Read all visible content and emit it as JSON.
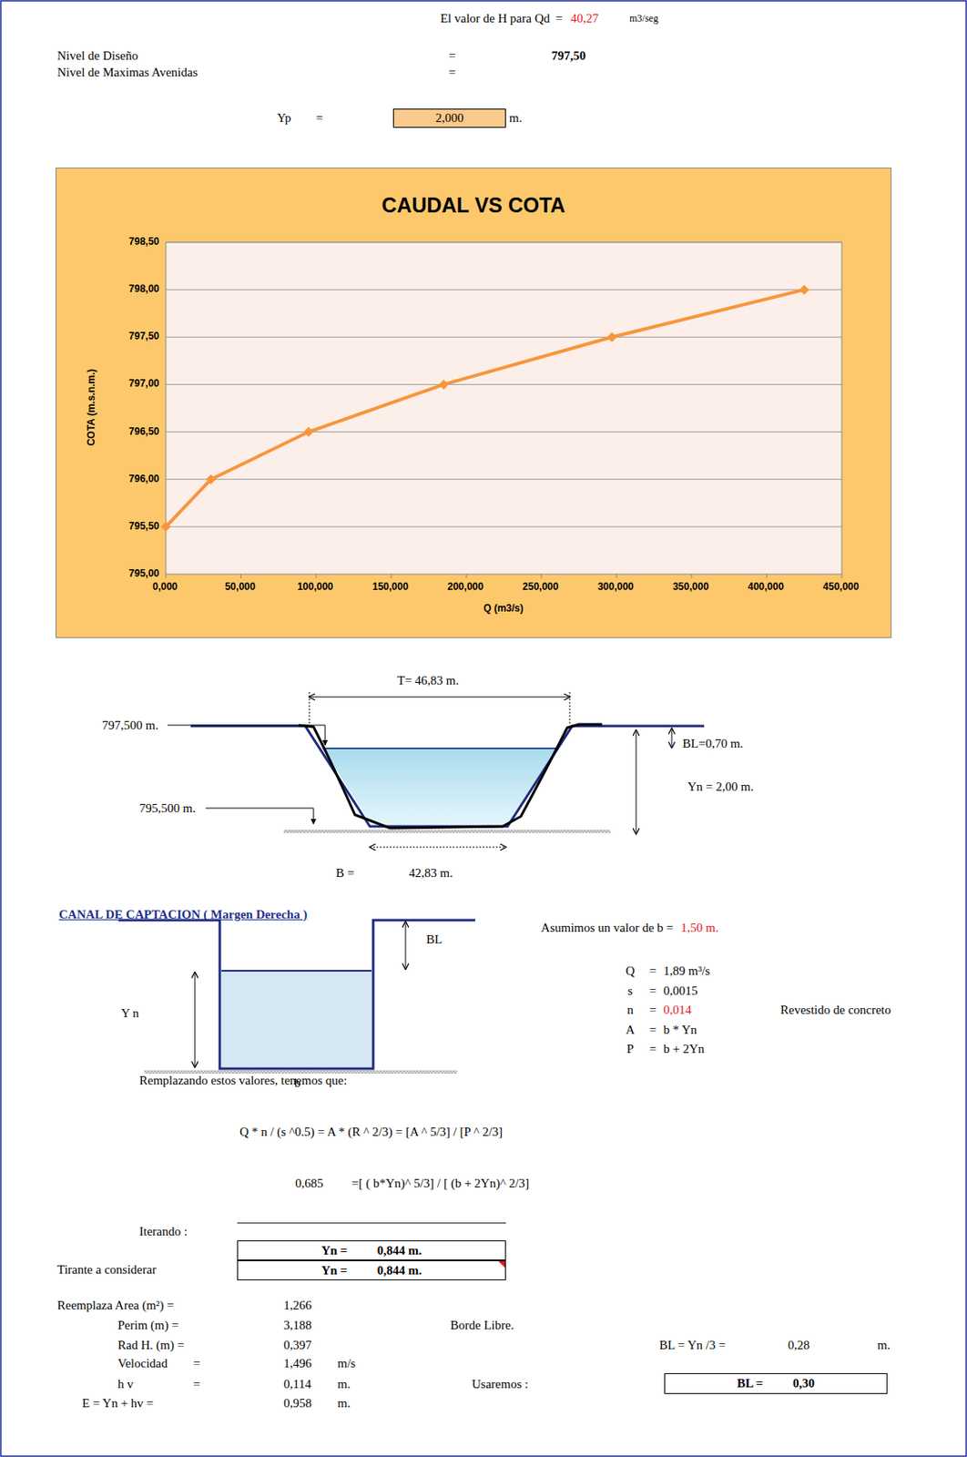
{
  "diagram": {
    "nodes": [
      {
        "text": [
          "2,000"
        ]
      },
      {
        "text": [
          "CAUDAL VS COTA"
        ]
      },
      {
        "text": [
          "Yn =",
          "0,844 m."
        ]
      },
      {
        "text": [
          "Yn =",
          "0,844 m."
        ]
      },
      {
        "text": [
          "BL =",
          "0,30"
        ]
      }
    ],
    "labels": [
      "El valor de H para Qd",
      "=",
      "40,27",
      "m3/seg",
      "Nivel de Diseño",
      "=",
      "797,50",
      "Nivel de Maximas Avenidas",
      "=",
      "Yp",
      "=",
      "m.",
      "798,50",
      "798,00",
      "797,50",
      "797,00",
      "796,50",
      "796,00",
      "795,50",
      "795,00",
      "0,000",
      "50,000",
      "100,000",
      "150,000",
      "200,000",
      "250,000",
      "300,000",
      "350,000",
      "400,000",
      "450,000",
      "COTA (m.s.n.m.)",
      "Q (m3/s)",
      "T= 46,83 m.",
      "797,500 m.",
      "BL=0,70 m.",
      "Yn = 2,00 m.",
      "795,500 m.",
      "B =",
      "42,83 m.",
      "CANAL DE CAPTACION ( Margen Derecha )",
      "BL",
      "Y n",
      "b",
      "Asumimos un valor de b =",
      "1,50 m.",
      "Q",
      "=",
      "1,89 m³/s",
      "s",
      "=",
      "0,0015",
      "n",
      "=",
      "0,014",
      "Revestido de concreto",
      "A",
      "=",
      "b * Yn",
      "P",
      "=",
      "b + 2Yn",
      "Remplazando estos valores, tenemos que:",
      "Q * n / (s ^0.5) = A * (R ^ 2/3) = [A ^ 5/3] / [P ^ 2/3]",
      "0,685",
      "=[ ( b*Yn)^ 5/3] / [ (b + 2Yn)^ 2/3]",
      "Iterando :",
      "Tirante a considerar",
      "Reemplaza Area (m²) =",
      "1,266",
      "Perim (m) =",
      "3,188",
      "Borde Libre.",
      "Rad H. (m) =",
      "0,397",
      "BL = Yn /3 =",
      "0,28",
      "m.",
      "Velocidad",
      "=",
      "1,496",
      "m/s",
      "h v",
      "=",
      "0,114",
      "m.",
      "Usaremos :",
      "E = Yn + hv =",
      "0,958",
      "m."
    ]
  }
}
